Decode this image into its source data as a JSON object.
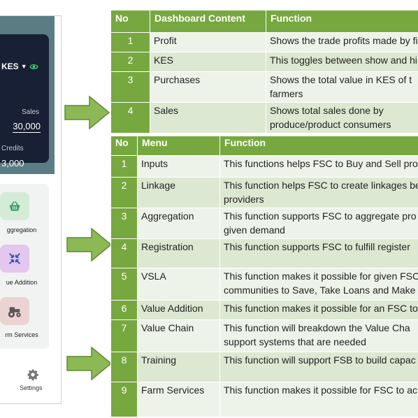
{
  "phone": {
    "currency": "KES",
    "sales_label": "Sales",
    "sales_value": "30,000",
    "credits_label": "Credits",
    "credits_value": "3,000",
    "menu": [
      {
        "label": "ggregation",
        "icon": "basket-icon",
        "color": "#d4ecd6"
      },
      {
        "label": "ue Addition",
        "icon": "arrows-inward-icon",
        "color": "#e3c7ef"
      },
      {
        "label": "rm Services",
        "icon": "tractor-icon",
        "color": "#ecd3d3"
      }
    ],
    "settings_label": "Settings",
    "card_color": "#172034",
    "frame_color": "#5a7d83"
  },
  "table1": {
    "headers": [
      "No",
      "Dashboard Content",
      "Function"
    ],
    "rows": [
      {
        "no": "1",
        "item": "Profit",
        "function": "Shows the trade profits made by fi"
      },
      {
        "no": "2",
        "item": "KES",
        "function": "This toggles between show and hi"
      },
      {
        "no": "3",
        "item": "Purchases",
        "function": "Shows the total value in KES of t\nfarmers"
      },
      {
        "no": "4",
        "item": "Sales",
        "function": "Shows total sales done by\nproduce/product consumers"
      }
    ]
  },
  "table2": {
    "headers": [
      "No",
      "Menu",
      "Function"
    ],
    "rows": [
      {
        "no": "1",
        "item": "Inputs",
        "function": "This functions helps FSC to Buy and Sell pro"
      },
      {
        "no": "2",
        "item": "Linkage",
        "function": "This function helps FSC to create linkages be\nproviders"
      },
      {
        "no": "3",
        "item": "Aggregation",
        "function": "This function supports FSC to aggregate pro\ngiven demand"
      },
      {
        "no": "4",
        "item": "Registration",
        "function": "This function supports FSC to fulfill register"
      },
      {
        "no": "5",
        "item": "VSLA",
        "function": "This function makes it possible for given FSC\ncommunities to Save, Take Loans and Make"
      },
      {
        "no": "6",
        "item": "Value Addition",
        "function": "This function makes it possible for an FSC to"
      },
      {
        "no": "7",
        "item": "Value Chain",
        "function": "This function will breakdown the Value Cha\nsupport systems that are needed"
      },
      {
        "no": "8",
        "item": "Training",
        "function": "This function will support FSB to build capac"
      },
      {
        "no": "9",
        "item": "Farm Services",
        "function": "This function makes it possible for FSC to ac"
      }
    ]
  },
  "colors": {
    "header_green": "#77a840",
    "row_light": "#eef3e9",
    "row_dark": "#dde8d2",
    "arrow_fill": "#8db955",
    "arrow_stroke": "#5f8a33"
  }
}
